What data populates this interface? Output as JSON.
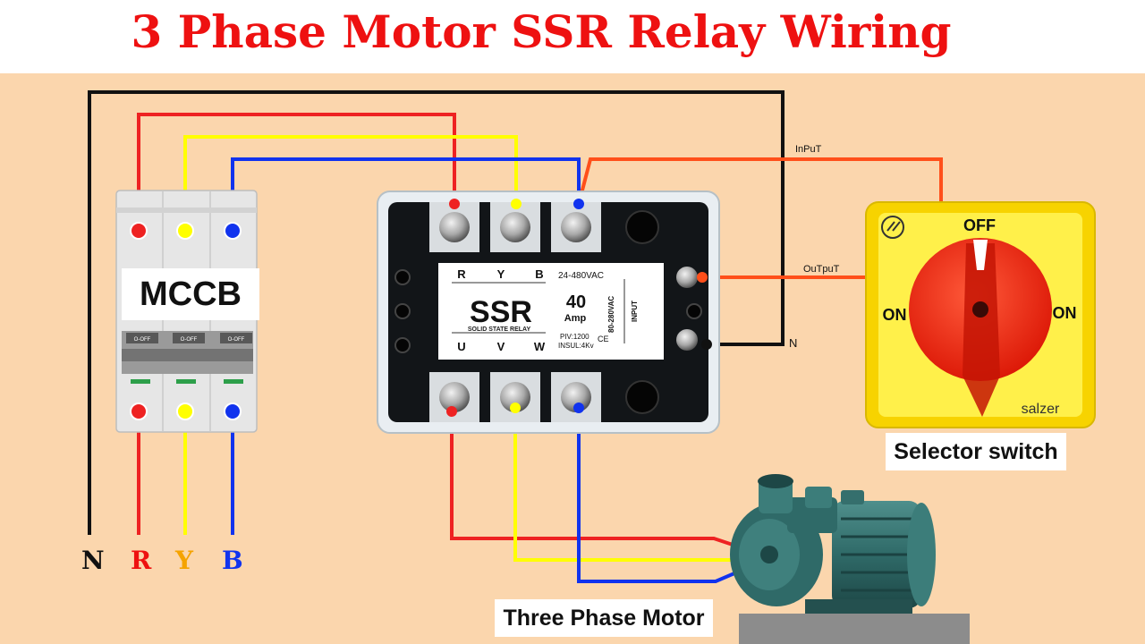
{
  "title": "3 Phase Motor SSR Relay Wiring",
  "mccb": {
    "label": "MCCB",
    "switch_text": "O-OFF"
  },
  "ssr": {
    "name": "SSR",
    "input_terminals": [
      "R",
      "Y",
      "B"
    ],
    "output_terminals": [
      "U",
      "V",
      "W"
    ],
    "voltage": "24-480VAC",
    "current": "40",
    "current_unit": "Amp",
    "control_voltage": "80-280VAC",
    "control_label": "INPUT",
    "piv": "PIV:1200",
    "insul": "INSUL:4Kv",
    "ce": "CE",
    "type_text": "SOLID STATE RELAY"
  },
  "selector": {
    "label": "Selector switch",
    "off": "OFF",
    "on_left": "ON",
    "on_right": "ON",
    "brand": "salzer"
  },
  "wire_labels": {
    "input": "InPuT",
    "output": "OuTpuT",
    "neutral": "N"
  },
  "supply_terminals": [
    {
      "text": "N",
      "color": "#111111"
    },
    {
      "text": "R",
      "color": "#ee1111"
    },
    {
      "text": "Y",
      "color": "#f5a300"
    },
    {
      "text": "B",
      "color": "#1133ee"
    }
  ],
  "motor": {
    "label": "Three Phase Motor"
  },
  "colors": {
    "red": "#ee2222",
    "yellow": "#ffff00",
    "blue": "#1133ee",
    "black": "#111111",
    "orange": "#ff4f1a",
    "background": "#fbd6ad",
    "title": "#ee1111"
  }
}
